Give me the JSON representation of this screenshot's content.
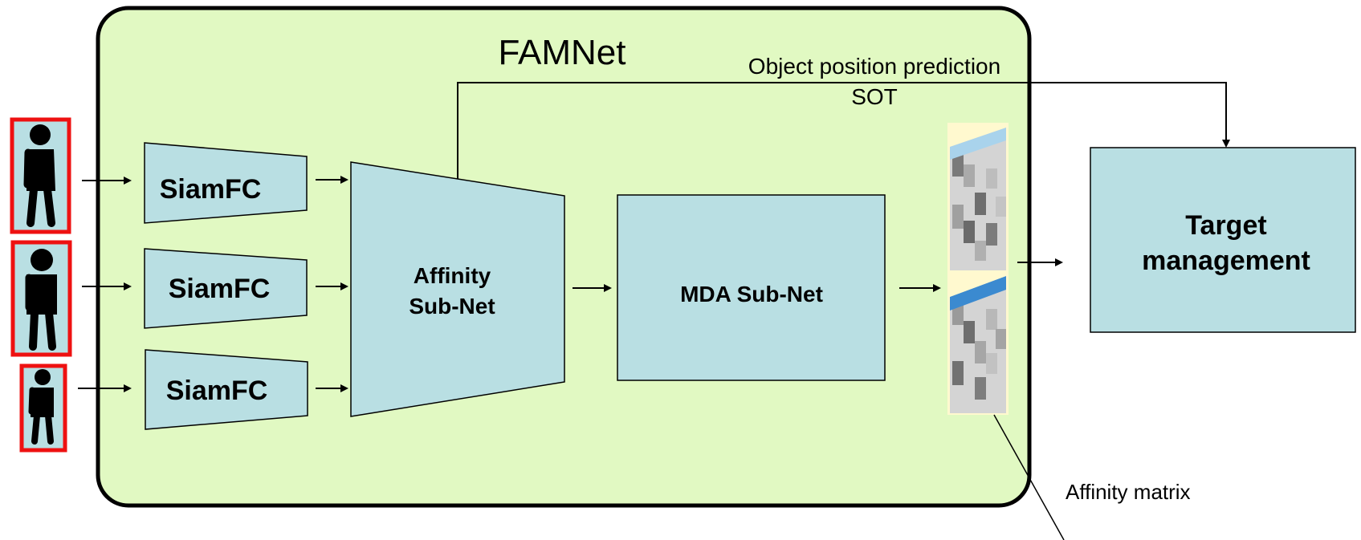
{
  "title": "FAMNet",
  "branch": {
    "line1": "Object position prediction",
    "line2": "SOT"
  },
  "siamfc_label": "SiamFC",
  "affinity_subnet": {
    "line1": "Affinity",
    "line2": "Sub-Net"
  },
  "mda_subnet": "MDA Sub-Net",
  "target_management": {
    "line1": "Target",
    "line2": "management"
  },
  "affinity_matrix_label": "Affinity matrix",
  "colors": {
    "container_fill": "#e1f9c2",
    "block_fill": "#b9dfe3",
    "person_box": "#ee1111",
    "matrix_header_light": "#a9d3ec",
    "matrix_header_dark": "#3b8ad0",
    "matrix_bg": "#fff9cf"
  }
}
